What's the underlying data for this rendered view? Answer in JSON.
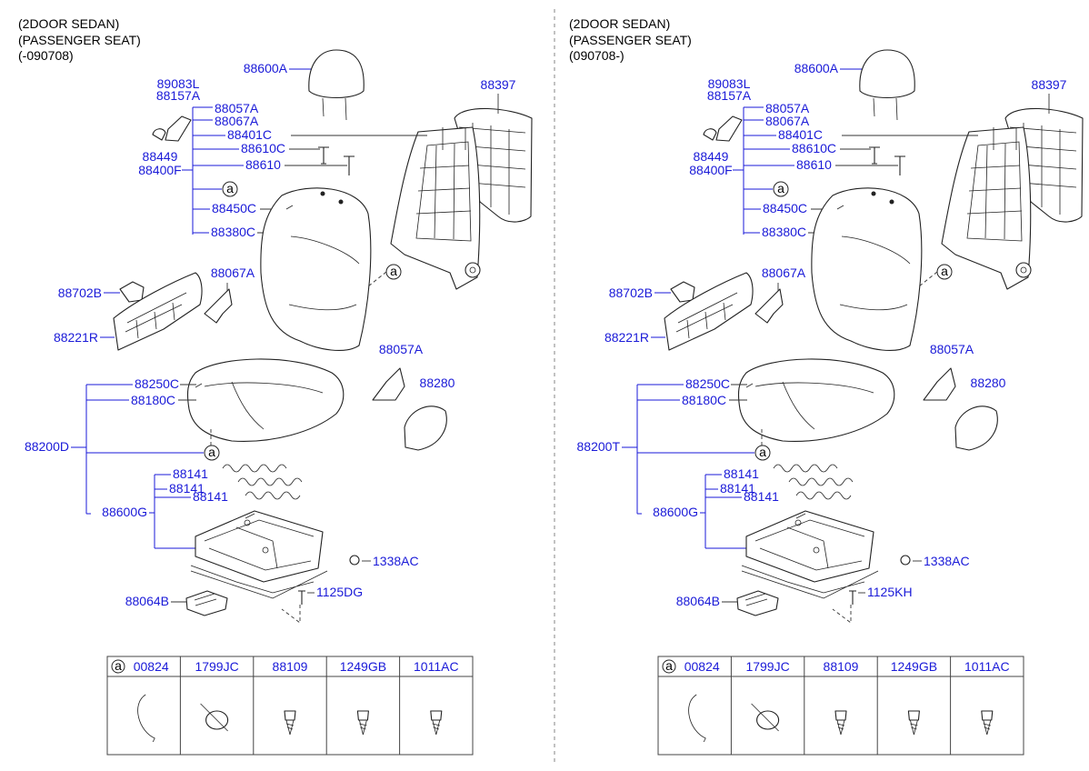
{
  "panels": [
    {
      "header": [
        "(2DOOR SEDAN)",
        "(PASSENGER SEAT)",
        "(-090708)"
      ],
      "labels": {
        "headrest": "88600A",
        "back_cover": "88397",
        "p89083L": "89083L",
        "p88157A": "88157A",
        "p88057A_top": "88057A",
        "p88067A_top": "88067A",
        "p88401C": "88401C",
        "p88610C": "88610C",
        "p88610": "88610",
        "p88449": "88449",
        "p88400F": "88400F",
        "p88450C": "88450C",
        "p88380C": "88380C",
        "p88067A_mid": "88067A",
        "p88702B": "88702B",
        "p88221R": "88221R",
        "p88057A_mid": "88057A",
        "p88250C": "88250C",
        "p88180C": "88180C",
        "p88280": "88280",
        "p88200": "88200D",
        "spring1": "88141",
        "spring2": "88141",
        "spring3": "88141",
        "p88600G": "88600G",
        "p1338AC": "1338AC",
        "p1125": "1125DG",
        "p88064B": "88064B"
      },
      "table": {
        "circle": "a",
        "headers": [
          "00824",
          "1799JC",
          "88109",
          "1249GB",
          "1011AC"
        ]
      }
    },
    {
      "header": [
        "(2DOOR SEDAN)",
        "(PASSENGER SEAT)",
        "(090708-)"
      ],
      "labels": {
        "headrest": "88600A",
        "back_cover": "88397",
        "p89083L": "89083L",
        "p88157A": "88157A",
        "p88057A_top": "88057A",
        "p88067A_top": "88067A",
        "p88401C": "88401C",
        "p88610C": "88610C",
        "p88610": "88610",
        "p88449": "88449",
        "p88400F": "88400F",
        "p88450C": "88450C",
        "p88380C": "88380C",
        "p88067A_mid": "88067A",
        "p88702B": "88702B",
        "p88221R": "88221R",
        "p88057A_mid": "88057A",
        "p88250C": "88250C",
        "p88180C": "88180C",
        "p88280": "88280",
        "p88200": "88200T",
        "spring1": "88141",
        "spring2": "88141",
        "spring3": "88141",
        "p88600G": "88600G",
        "p1338AC": "1338AC",
        "p1125": "1125KH",
        "p88064B": "88064B"
      },
      "table": {
        "circle": "a",
        "headers": [
          "00824",
          "1799JC",
          "88109",
          "1249GB",
          "1011AC"
        ]
      }
    }
  ],
  "callout_marker": "a"
}
